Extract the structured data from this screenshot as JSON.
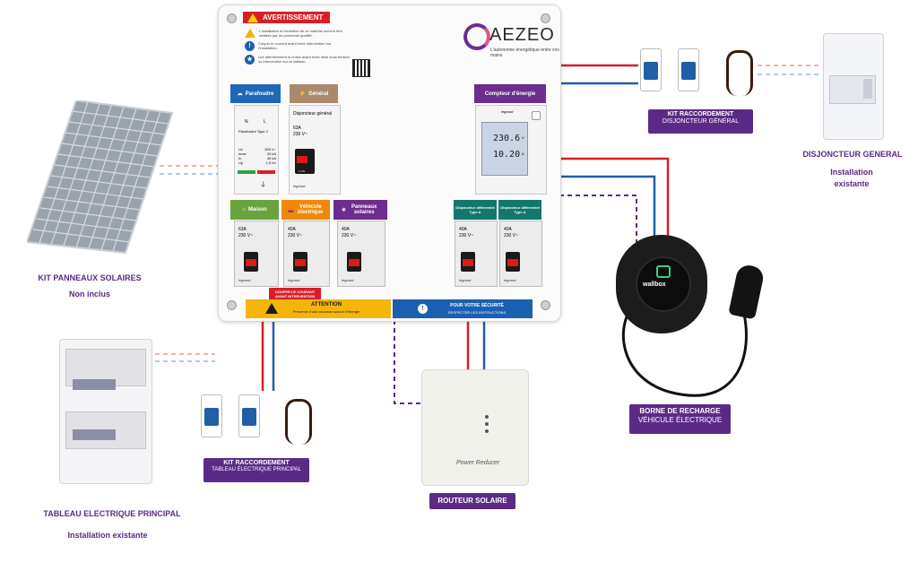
{
  "panel": {
    "warning_header": "AVERTISSEMENT",
    "warnings": [
      "L'installation et l'entretien de ce matériel doivent être réalisés par du personnel qualifié.",
      "Couper le courant avant toute intervention sur l'installation.",
      "Lire attentivement la notice avant toute mise sous tension ou intervention sur ce tableau"
    ],
    "brand_name": "AEZEO",
    "brand_tagline": "L'autonomie énergétique entre vos mains",
    "modules_top": [
      {
        "label": "Parafoudre",
        "color": "#1f68b5"
      },
      {
        "label": "Général",
        "color": "#a98a6c"
      },
      {
        "label": "Compteur d'énergie",
        "color": "#6b2e8f"
      }
    ],
    "parafoudre": {
      "poles": [
        "N",
        "L"
      ],
      "type": "Parafoudre Type 2",
      "specs": [
        [
          "Uc",
          "255 V~"
        ],
        [
          "Imax",
          "20 kA"
        ],
        [
          "In",
          "40 kA"
        ],
        [
          "Up",
          "1,5 kV"
        ]
      ]
    },
    "general": {
      "title": "Disjoncteur général",
      "rating": "63A",
      "voltage": "230 V~",
      "handle": "1.ON",
      "brand": "legrand"
    },
    "meter": {
      "brand": "legrand",
      "display1": "230.6",
      "display2": "10.20",
      "unit1": "V",
      "unit2": "A"
    },
    "modules_bottom": [
      {
        "label": "Maison",
        "color": "#69a33b",
        "rating": "63A",
        "voltage": "230 V~"
      },
      {
        "label": "Véhicule électrique",
        "color": "#f0890a",
        "rating": "40A",
        "voltage": "230 V~"
      },
      {
        "label": "Panneaux solaires",
        "color": "#6b2e8f",
        "rating": "40A",
        "voltage": "230 V~"
      },
      {
        "label": "Disjoncteur différentiel Type A",
        "color": "#11786b",
        "rating": "40A",
        "voltage": "230 V~"
      },
      {
        "label": "Disjoncteur différentiel Type A",
        "color": "#11786b",
        "rating": "40A",
        "voltage": "230 V~"
      }
    ],
    "handle_label": "1.ON",
    "legrand": "legrand",
    "cut_current": "COUPER LE COURANT AVANT INTERVENTION",
    "attention_title": "ATTENTION",
    "attention_text": "Présence d'une seconde source d'énergie",
    "security_title": "POUR VOTRE SÉCURITÉ",
    "security_text": "RESPECTER LES INSTRUCTIONS"
  },
  "labels": {
    "solar_title": "KIT PANNEAUX SOLAIRES",
    "solar_sub": "Non inclus",
    "main_title": "TABLEAU ELECTRIQUE PRINCIPAL",
    "main_sub": "Installation existante",
    "general_title": "DISJONCTEUR GENERAL",
    "general_sub": "Installation existante",
    "kit_general_title": "KIT RACCORDEMENT",
    "kit_general_sub": "DISJONCTEUR GÉNÉRAL",
    "kit_main_title": "KIT RACCORDEMENT",
    "kit_main_sub": "TABLEAU ÉLECTRIQUE PRINCIPAL",
    "router_label": "ROUTEUR SOLAIRE",
    "router_brand": "Power Reducer",
    "charger_title": "BORNE DE RECHARGE",
    "charger_sub": "VÉHICULE ÉLECTRIQUE",
    "charger_brand": "wallbox"
  },
  "colors": {
    "purple": "#5b2a86",
    "red": "#d81f26",
    "blue": "#1f5fa8"
  }
}
